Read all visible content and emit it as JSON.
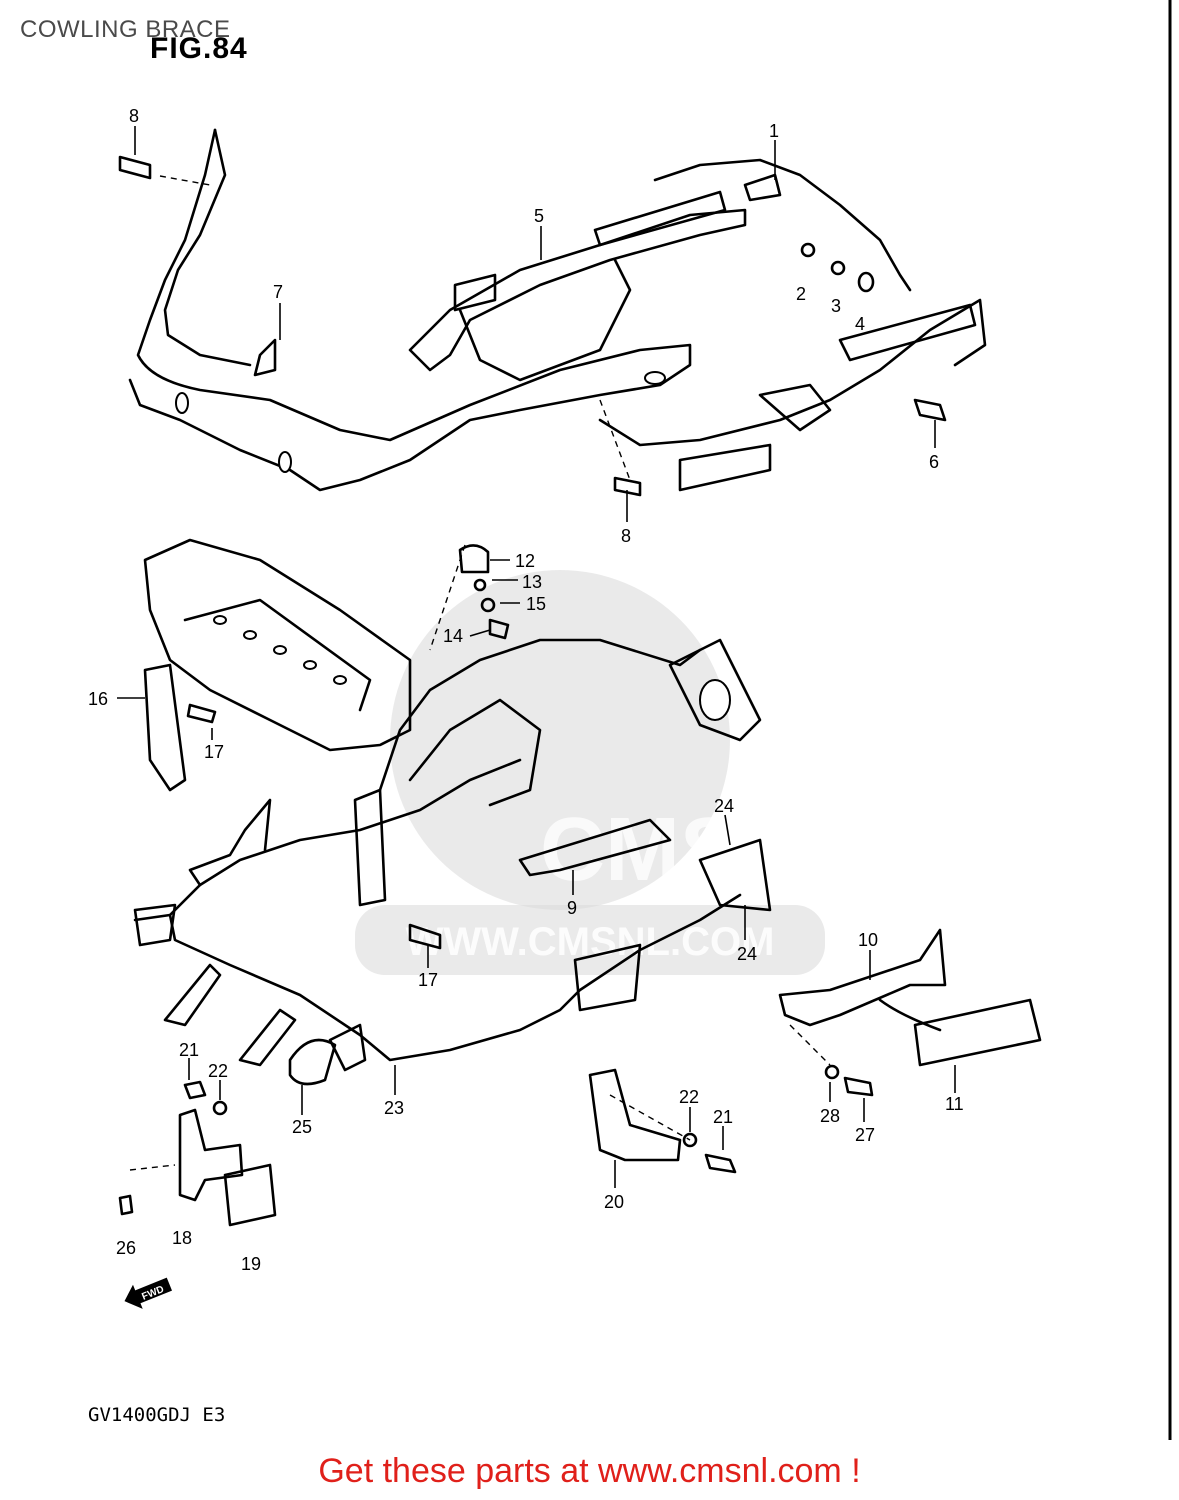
{
  "header": {
    "section_title": "COWLING BRACE",
    "figure_label": "FIG.84"
  },
  "model_code": "GV1400GDJ E3",
  "footer": {
    "link_text": "Get these parts at www.cmsnl.com !"
  },
  "watermark": {
    "text": "WWW.CMSNL.COM",
    "logo_text": "CMS"
  },
  "direction_badge": "FWD",
  "callouts": [
    "1",
    "2",
    "3",
    "4",
    "5",
    "6",
    "7",
    "8",
    "8",
    "9",
    "10",
    "11",
    "12",
    "13",
    "14",
    "15",
    "16",
    "17",
    "17",
    "18",
    "19",
    "20",
    "21",
    "21",
    "22",
    "22",
    "23",
    "24",
    "24",
    "25",
    "26",
    "27",
    "28"
  ],
  "colors": {
    "footer_text": "#e0201a",
    "title_text": "#4a4a4a",
    "line_art": "#000000"
  }
}
